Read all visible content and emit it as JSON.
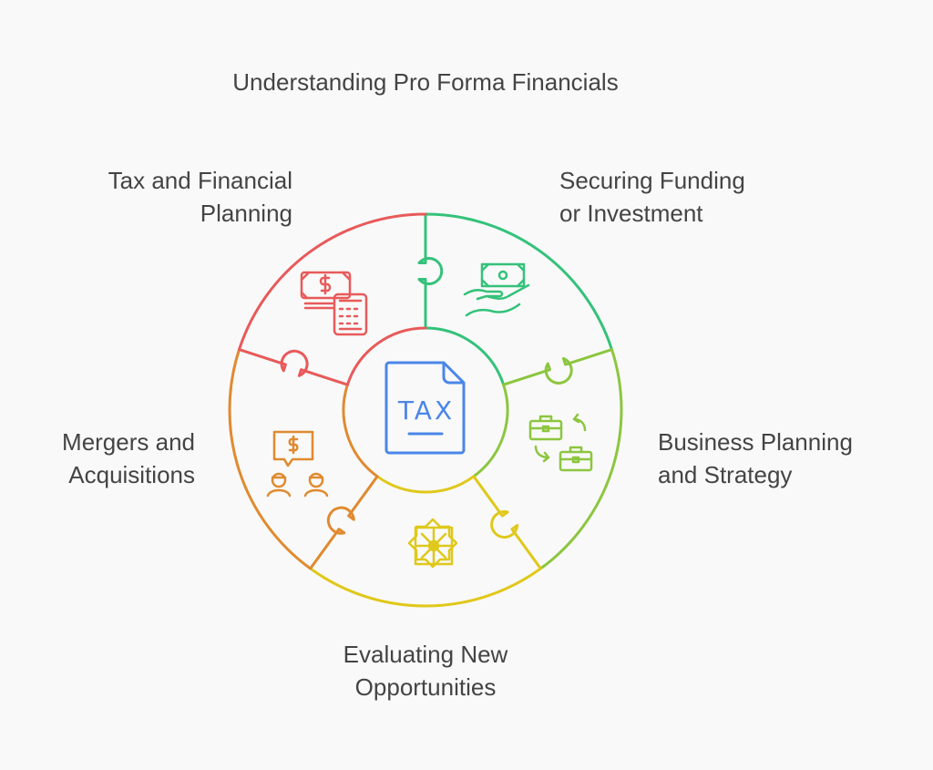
{
  "title": "Understanding Pro Forma Financials",
  "center": {
    "label": "TAX",
    "color": "#4a86e8",
    "icon": "tax-document-icon"
  },
  "segments": [
    {
      "label_lines": [
        "Securing Funding",
        "or Investment"
      ],
      "color": "#34c27a",
      "icon": "money-hand-icon"
    },
    {
      "label_lines": [
        "Business Planning",
        "and Strategy"
      ],
      "color": "#8cc63f",
      "icon": "briefcase-exchange-icon"
    },
    {
      "label_lines": [
        "Evaluating New",
        "Opportunities"
      ],
      "color": "#e0c81a",
      "icon": "star-pattern-icon"
    },
    {
      "label_lines": [
        "Mergers and",
        "Acquisitions"
      ],
      "color": "#e08a30",
      "icon": "people-dollar-icon"
    },
    {
      "label_lines": [
        "Tax and Financial",
        "Planning"
      ],
      "color": "#e85a5a",
      "icon": "money-calculator-icon"
    }
  ]
}
